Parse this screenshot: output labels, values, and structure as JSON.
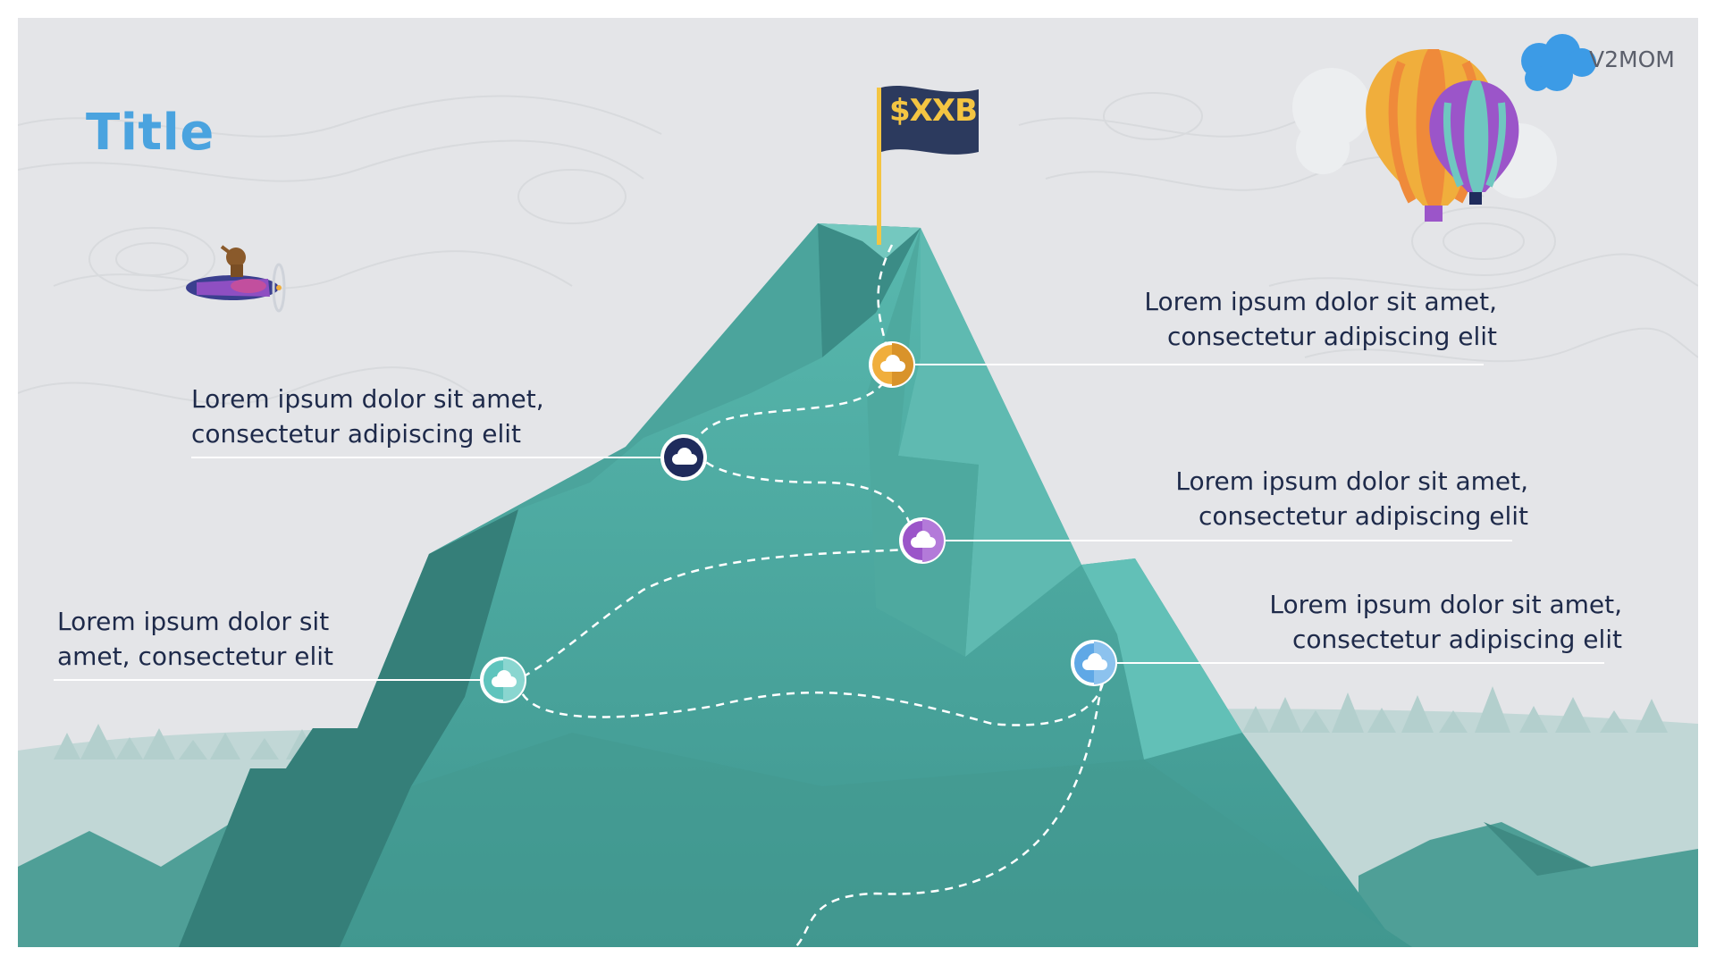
{
  "slide": {
    "title": "Title",
    "brand": "V2MOM",
    "summit_flag": "$XXB"
  },
  "milestones": [
    {
      "id": "top",
      "color": "#f0ae3c",
      "line1": "Lorem ipsum dolor sit amet,",
      "line2": "consectetur adipiscing elit"
    },
    {
      "id": "upper-left",
      "color": "#1f2b5c",
      "line1": "Lorem ipsum dolor sit amet,",
      "line2": "consectetur adipiscing elit"
    },
    {
      "id": "middle",
      "color": "#9b55c9",
      "line1": "Lorem ipsum dolor sit amet,",
      "line2": "consectetur adipiscing elit"
    },
    {
      "id": "lower-right",
      "color": "#5fa8e6",
      "line1": "Lorem ipsum dolor sit amet,",
      "line2": "consectetur adipiscing elit"
    },
    {
      "id": "lower-left",
      "color": "#5fc4bd",
      "line1": "Lorem ipsum dolor sit",
      "line2": "amet, consectetur elit"
    }
  ],
  "colors": {
    "background": "#e4e5e8",
    "mountain": "#4aa9a1",
    "mountain_dark": "#357f79",
    "mountain_light": "#62c0b7",
    "title": "#4aa3df",
    "text": "#1e2a4a",
    "flag": "#2c3a5e",
    "flag_text": "#f4c542"
  },
  "icons": [
    "cloud-logo-icon",
    "hot-air-balloon-icon",
    "airplane-icon",
    "flag-icon",
    "cloud-icon"
  ]
}
